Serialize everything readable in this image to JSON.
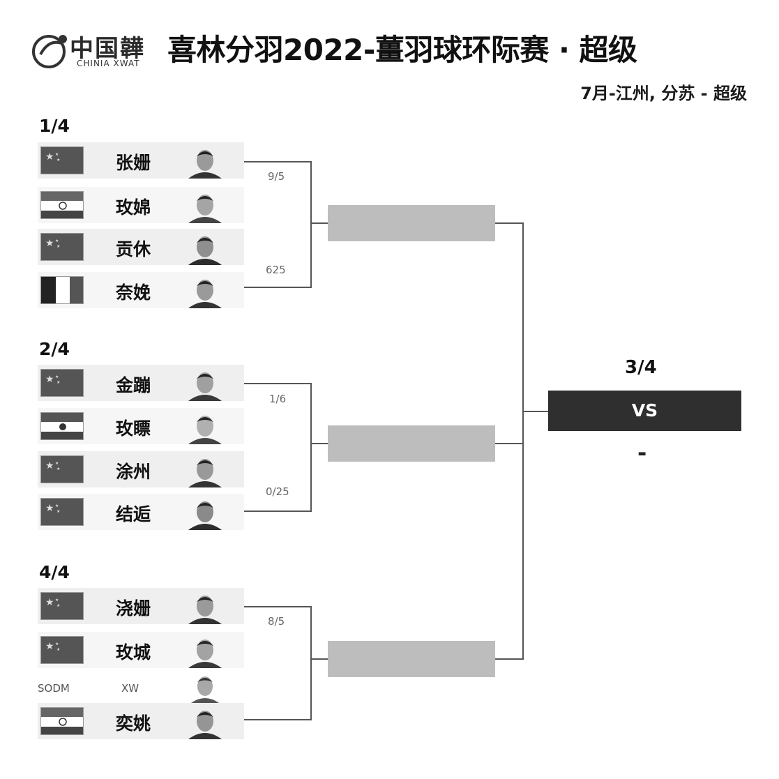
{
  "logo": {
    "cn": "中国韡",
    "en": "CHINIA XWAT"
  },
  "header": {
    "title": "喜林分羽2022-薑羽球环际赛 · 超级",
    "subtitle": "7月-江州, 分苏 - 超级"
  },
  "groups": [
    {
      "label": "1/4",
      "scores": [
        "9/5",
        "625"
      ],
      "players": [
        {
          "name": "张姗",
          "flag": "china-flag"
        },
        {
          "name": "玫婂",
          "flag": "india-flag"
        },
        {
          "name": "贡休",
          "flag": "china-flag"
        },
        {
          "name": "奈娩",
          "flag": "italy-flag"
        }
      ]
    },
    {
      "label": "2/4",
      "scores": [
        "1/6",
        "0/25"
      ],
      "players": [
        {
          "name": "金蹦",
          "flag": "china-flag"
        },
        {
          "name": "玫瞟",
          "flag": "niger-flag"
        },
        {
          "name": "涂州",
          "flag": "china-flag"
        },
        {
          "name": "结逅",
          "flag": "china-flag"
        }
      ]
    },
    {
      "label": "4/4",
      "scores": [
        "8/5"
      ],
      "players": [
        {
          "name": "浇姗",
          "flag": "china-flag"
        },
        {
          "name": "玫城",
          "flag": "china-flag"
        },
        {
          "name": "奕姚",
          "flag": "india-flag"
        }
      ],
      "extra_row": {
        "left_text": "SODM",
        "mid_text": "XW"
      }
    }
  ],
  "final": {
    "label": "3/4",
    "box": "VS",
    "result": "-"
  },
  "colors": {
    "slot": "#bdbdbd",
    "final_box": "#2f2f2f",
    "line": "#555555"
  }
}
